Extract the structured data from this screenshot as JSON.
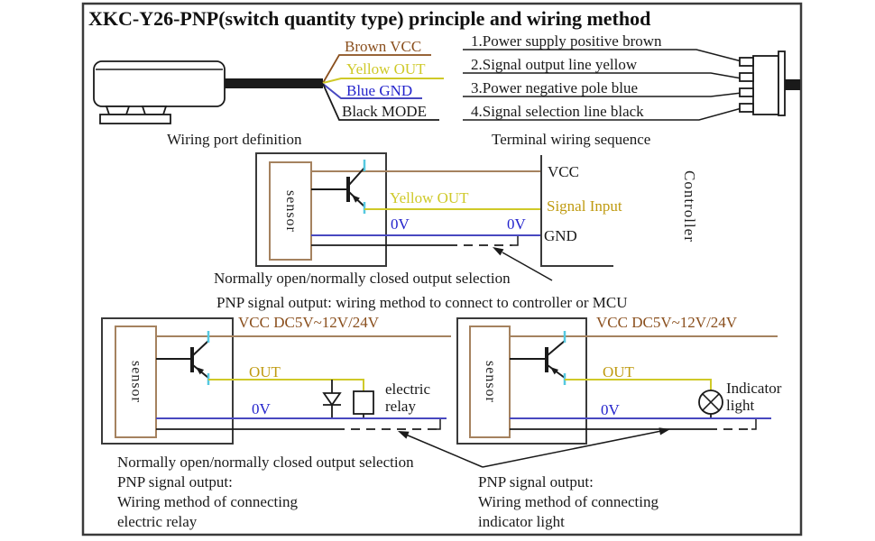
{
  "title": "XKC-Y26-PNP(switch quantity type) principle and wiring method",
  "colors": {
    "brown_text": "#8a4f1d",
    "brown_wire": "#a5825f",
    "yellow": "#cfc928",
    "golden": "#bf9a10",
    "blue_text": "#2323cc",
    "blue_wire": "#4848c0",
    "cyan": "#55c8e0",
    "line": "#1a1a1a",
    "box": "#3a3a3a",
    "frame": "#3a3a3a"
  },
  "wiring_port": {
    "caption": "Wiring port definition",
    "wires": [
      {
        "label": "Brown VCC",
        "color": "brown"
      },
      {
        "label": "Yellow OUT",
        "color": "yellow"
      },
      {
        "label": "Blue GND",
        "color": "blue"
      },
      {
        "label": "Black MODE",
        "color": "black"
      }
    ]
  },
  "terminal": {
    "caption": "Terminal wiring sequence",
    "items": [
      "1.Power supply positive brown",
      "2.Signal output line yellow",
      "3.Power negative pole blue",
      "4.Signal selection line black"
    ]
  },
  "controller_circuit": {
    "sensor": "sensor",
    "wire_out": "Yellow OUT",
    "zero_v_left": "0V",
    "zero_v_right": "0V",
    "vcc": "VCC",
    "signal_input": "Signal Input",
    "gnd": "GND",
    "controller": "Controller",
    "caption_selection": "Normally open/normally closed output selection",
    "caption_method": "PNP signal output: wiring method to connect to controller or MCU"
  },
  "relay_circuit": {
    "sensor": "sensor",
    "vcc": "VCC DC5V~12V/24V",
    "out": "OUT",
    "zero_v": "0V",
    "device_line1": "electric",
    "device_line2": "relay",
    "caption_lines": [
      "Normally open/normally closed output selection",
      "PNP signal output:",
      "Wiring method of connecting",
      "electric relay"
    ]
  },
  "lamp_circuit": {
    "sensor": "sensor",
    "vcc": "VCC DC5V~12V/24V",
    "out": "OUT",
    "zero_v": "0V",
    "device_line1": "Indicator",
    "device_line2": "light",
    "caption_lines": [
      "PNP signal output:",
      "Wiring method of connecting",
      "indicator light"
    ]
  },
  "icons": {
    "sensor_device": "level-sensor-side-view",
    "cable": "sensor-cable",
    "connector": "4-pin-connector",
    "transistor": "pnp-transistor",
    "diode": "flyback-diode",
    "relay": "relay-coil",
    "lamp": "indicator-lamp"
  }
}
